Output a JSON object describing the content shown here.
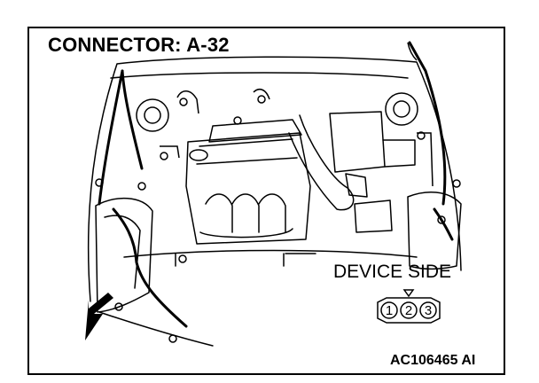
{
  "title": "CONNECTOR: A-32",
  "device_side_label": "DEVICE SIDE",
  "connector_pins": [
    "1",
    "2",
    "3"
  ],
  "figure_code": "AC106465 AI",
  "icons": {
    "arrow": "black-pointer-arrow",
    "connector": "three-pin-connector-icon"
  },
  "colors": {
    "line": "#000000",
    "background": "#ffffff"
  }
}
